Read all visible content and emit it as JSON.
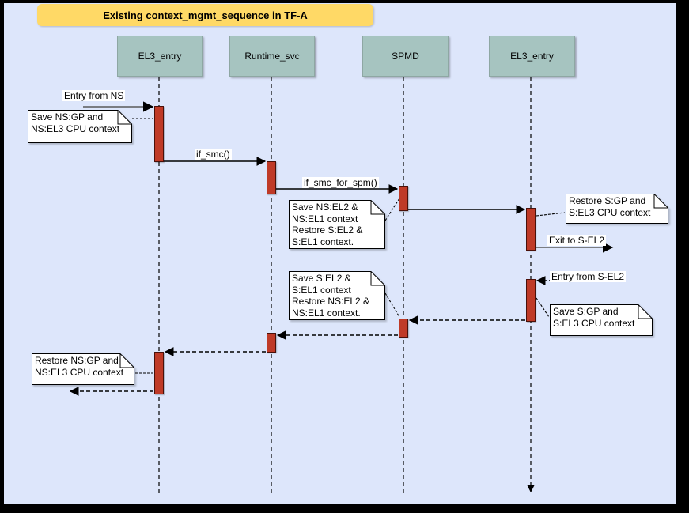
{
  "title": "Existing context_mgmt_sequence in TF-A",
  "lifelines": [
    {
      "label": "EL3_entry"
    },
    {
      "label": "Runtime_svc"
    },
    {
      "label": "SPMD"
    },
    {
      "label": "EL3_entry"
    }
  ],
  "messages": {
    "entry_from_ns": "Entry from NS",
    "if_smc": "if_smc()",
    "if_smc_for_spm": "if_smc_for_spm()",
    "exit_to_s_el2": "Exit to S-EL2",
    "entry_from_s_el2": "Entry from S-EL2"
  },
  "notes": [
    {
      "text": "Save NS:GP and\nNS:EL3 CPU context"
    },
    {
      "text": "Save NS:EL2 &\nNS:EL1 context\nRestore S:EL2 &\nS:EL1 context."
    },
    {
      "text": "Restore S:GP and\nS:EL3 CPU context"
    },
    {
      "text": "Save S:GP and\nS:EL3 CPU context"
    },
    {
      "text": "Save S:EL2 &\nS:EL1 context\nRestore NS:EL2 &\nNS:EL1 context."
    },
    {
      "text": "Restore NS:GP and\nNS:EL3 CPU context"
    }
  ],
  "colors": {
    "canvas_bg": "#dde6fb",
    "frame": "#000000",
    "title_bg": "#ffd966",
    "lifeline_header_bg": "#a6c4c0",
    "activation_bar": "#bf3a27",
    "note_bg": "#ffffff"
  }
}
